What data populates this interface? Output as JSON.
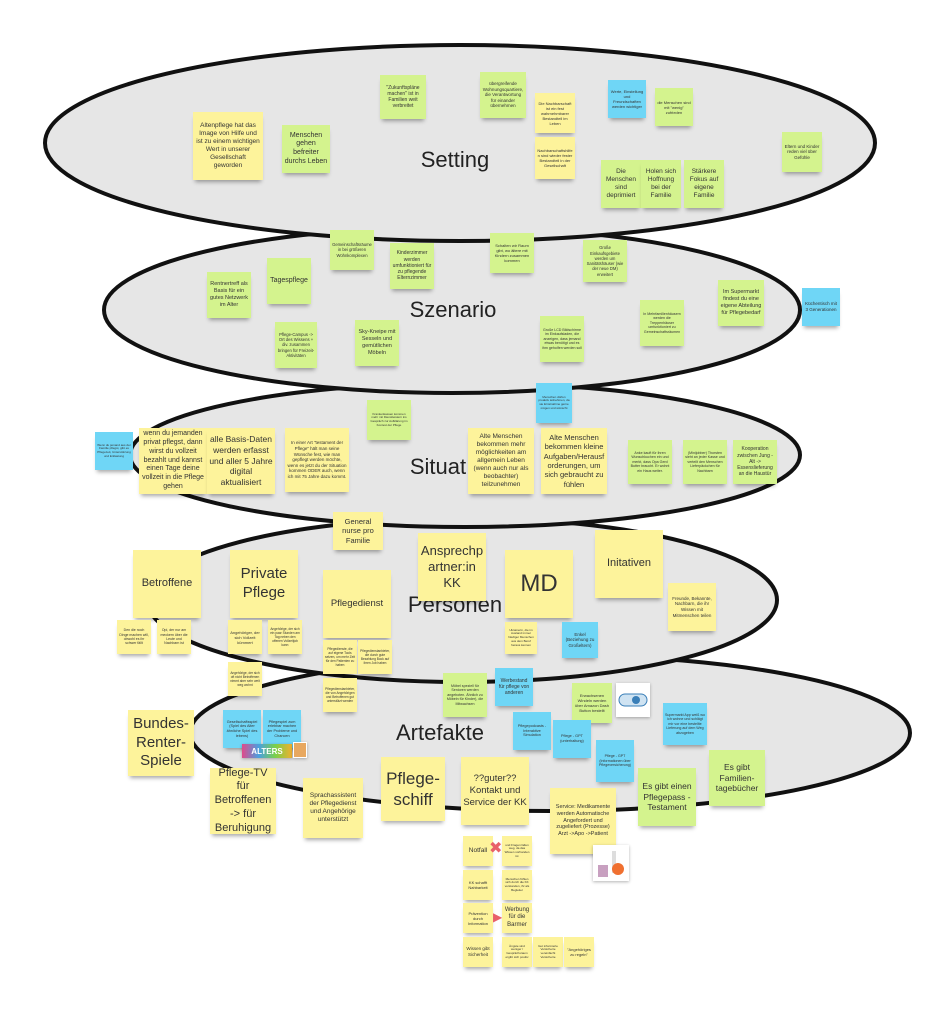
{
  "board": {
    "colors": {
      "yellow": "#fdf39b",
      "green": "#d4f38e",
      "blue": "#6fd6f6",
      "ring_fill": "#e6e6e6",
      "ring_stroke": "#111111"
    },
    "sections": [
      {
        "title": "Setting",
        "notes": [
          {
            "text": "Altenpflege hat das Image von Hilfe und ist zu einem wichtigen Wert in unserer Gesellschaft geworden",
            "color": "yellow"
          },
          {
            "text": "Menschen gehen befreiter durchs Leben",
            "color": "green"
          },
          {
            "text": "\"Zukunftspläne machen\" ist in Familien weit verbreitet",
            "color": "green"
          },
          {
            "text": "übergreifende Wohnungsquartiere, die Verantwortung für einander übernehmen",
            "color": "green"
          },
          {
            "text": "Die Nachbarschaft ist ein fest wahrnehmbarer Bestandteil im Leben",
            "color": "yellow"
          },
          {
            "text": "Nachbarschaftshilfen sind wieder fester Bestandteil in der Gesellschaft",
            "color": "yellow"
          },
          {
            "text": "Werte, Einstellung und Freundschaften werden wichtiger",
            "color": "blue"
          },
          {
            "text": "die Menschen sind mit \"wenig\" zufrieden",
            "color": "green"
          },
          {
            "text": "Die Menschen sind deprimiert",
            "color": "green"
          },
          {
            "text": "Holen sich Hoffnung bei der Familie",
            "color": "green"
          },
          {
            "text": "Stärkere Fokus auf eigene Familie",
            "color": "green"
          },
          {
            "text": "Eltern und Kinder reden viel über Gefühle",
            "color": "green"
          }
        ]
      },
      {
        "title": "Szenario",
        "notes": [
          {
            "text": "Rentnertreff als Basis für ein gutes Netzwerk im Alter",
            "color": "green"
          },
          {
            "text": "Tagespflege",
            "color": "green"
          },
          {
            "text": "Gemeinschaftsräume in bei größeren Wohnkomplexen",
            "color": "green"
          },
          {
            "text": "Kinderzimmer werden umfunktioniert für zu pflegende Elternzimmer",
            "color": "green"
          },
          {
            "text": "Schalten wir Raum gibt, wo ältere mit Kindern zusammen kommen",
            "color": "green"
          },
          {
            "text": "Große Einkaufsgebiete werden um Sanitätshäuser (wie der neue DM) erweitert",
            "color": "green"
          },
          {
            "text": "Pflege-Campus -> Ort des Wissens + div. zusammen bringen für Freizeit-Aktivitäten",
            "color": "green"
          },
          {
            "text": "Sky-Kneipe mit Sesseln und gemütlichen Möbeln",
            "color": "green"
          },
          {
            "text": "Große LCD Bildschirme im Einkaufsladen, die anzeigen, dass jemand etwas benötigt und es ihm geholfen werden soll",
            "color": "green"
          },
          {
            "text": "In Mehrfamilienhäusern werden die Treppenhäuser umfunktioniert zu Gemeinschaftsräumen",
            "color": "green"
          },
          {
            "text": "Im Supermarkt findest du eine eigene Abteilung für Pflegebedarf",
            "color": "green"
          },
          {
            "text": "Küchentisch mit 3 Generationen",
            "color": "blue"
          }
        ]
      },
      {
        "title": "Situat",
        "notes": [
          {
            "text": "Wenn du jemand aus der Familie pflegst, gibt es Pflegezeit, Unterstützung und Entlastung",
            "color": "blue"
          },
          {
            "text": "wenn du jemanden privat pflegst, dann wirst du vollzeit bezahlt und kannst einen Tage deine vollzeit in die Pflege gehen",
            "color": "yellow"
          },
          {
            "text": "alle Basis-Daten werden erfasst und aller 5 Jahre digital aktualisiert",
            "color": "yellow"
          },
          {
            "text": "In einer Art \"testament der Pflege\" hält man seine Wünsche fest, wie man gepflegt werden möchte, wenn es jetzt du der Situation kommen ODER auch, wenn ich mit 75 Jahre dazu kommt.",
            "color": "yellow"
          },
          {
            "text": "Krankenkassen kommen mehr mit Dienstleistern ins Gespräch zur Aufklärung im Kontext der Pflege",
            "color": "green"
          },
          {
            "text": "Menschen dürfen proaktiv teilnehmen, da sie Ernstnahme gerne mögen und wünscht",
            "color": "blue"
          },
          {
            "text": "Alte Menschen bekommen mehr möglichkeiten am allgemein Leben (wenn auch nur als beobachter) teilzunehmen",
            "color": "yellow"
          },
          {
            "text": "Alte Menschen bekommen kleine Aufgaben/Herausforderungen, um sich gebraucht zu fühlen",
            "color": "yellow"
          },
          {
            "text": "Anke kauft für ihren Wunschkuchen ein und merkt, dass Opa Gerd Butter braucht. Er wohnt ein Haus weiter.",
            "color": "green"
          },
          {
            "text": "(Minijobber) Thorsten sieht an jeder Kasse und verteilt den Menschen Lieferpäckchen für Nachbarn",
            "color": "green"
          },
          {
            "text": "Kooperation zwischen Jung - Alt -> Essenslieferung an die Haustür",
            "color": "green"
          }
        ]
      },
      {
        "title": "Personen",
        "notes": [
          {
            "text": "General nurse pro Familie",
            "color": "yellow"
          },
          {
            "text": "Betroffene",
            "color": "yellow"
          },
          {
            "text": "Private Pflege",
            "color": "yellow"
          },
          {
            "text": "Pflegedienst",
            "color": "yellow"
          },
          {
            "text": "Ansprechpartner:in KK",
            "color": "yellow"
          },
          {
            "text": "MD",
            "color": "yellow"
          },
          {
            "text": "Initativen",
            "color": "yellow"
          },
          {
            "text": "Freunde, Bekannte, Nachbarn, die ihr Wissen mit Mitmenschen teilen",
            "color": "yellow"
          },
          {
            "text": "Den die noch Dinge machen will, obwohl es ihr schwer fällt",
            "color": "yellow"
          },
          {
            "text": "Opi, der nur am meckern über die Leute und Nachbarn ist",
            "color": "yellow"
          },
          {
            "text": "Angehöriger, der sich Vollzeit kümmert",
            "color": "yellow"
          },
          {
            "text": "Angehörige, der sich ein paar Stunden am Tag neben den offenen Vollzeitjob kann",
            "color": "yellow"
          },
          {
            "text": "Angehörige, der sich oft nicht Betroffenen nimmt aber sehr weit weg wohnt",
            "color": "yellow"
          },
          {
            "text": "Pflegedienste, die auf eigene Tools setzen, um mehr Zeit für den Patienten zu haben",
            "color": "yellow"
          },
          {
            "text": "Pflegedienstanbieter, die durch gute Bezahlung Bock auf ihren Job haben",
            "color": "yellow"
          },
          {
            "text": "Pflegedienstanbieter, die von Angehörigen und Betroffenen gut unterstützt werden",
            "color": "yellow"
          },
          {
            "text": "Ukrainerin, die im Ausland immer häufiger Menschen aus dem Beruf heraus kennen",
            "color": "yellow"
          },
          {
            "text": "Enkel (Beziehung zu Großeltern)",
            "color": "blue"
          }
        ]
      },
      {
        "title": "Artefakte",
        "notes": [
          {
            "text": "Möbel speziell für Senioren werden angeboten. Ähnlich zu Möbeln für Kinder), die Mitwachsen",
            "color": "green"
          },
          {
            "text": "Werbestand für pflege von anderen",
            "color": "blue"
          },
          {
            "text": "Erwachsenen Windeln werden über Amazon Dash Button bestellt",
            "color": "green"
          },
          {
            "text": "Supermarkt App weiß wo ich wohne und schlägt mir vor eine bestellte Lieferung auf dem Weg abzugeben",
            "color": "blue"
          },
          {
            "text": "Pflegepodcasts - Interaktive Simulation",
            "color": "blue"
          },
          {
            "text": "Pflege - GPT (unterhaltung)",
            "color": "blue"
          },
          {
            "text": "Pflege - GPT (Informationen über Pflegeversicherung)",
            "color": "blue"
          },
          {
            "text": "Gesellschaftsspiel (Spiel des Alter ähnliche Spiel des lebens)",
            "color": "blue"
          },
          {
            "text": "Pflegespiel zum erlebbar machen der Probleme und Chancen",
            "color": "blue"
          },
          {
            "text": "Bundes-Renter-Spiele",
            "color": "yellow"
          },
          {
            "text": "Pflege-TV für Betroffenen -> für Beruhigung",
            "color": "yellow"
          },
          {
            "text": "Sprachassistent der Pflegedienst und Angehörige unterstützt",
            "color": "yellow"
          },
          {
            "text": "Pflege-schiff",
            "color": "yellow"
          },
          {
            "text": "??guter?? Kontakt und Service der KK",
            "color": "yellow"
          },
          {
            "text": "Service: Medikamente werden Automatische Angefordert und zugeliefert (Prozesse) Arzt ->Apo ->Patient",
            "color": "yellow"
          },
          {
            "text": "Es gibt einen Pflegepass - Testament",
            "color": "green"
          },
          {
            "text": "Es gibt Familien-tagebücher",
            "color": "green"
          }
        ]
      },
      {
        "title": "",
        "notes": [
          {
            "text": "Notfall",
            "color": "yellow"
          },
          {
            "text": "und Fragen fallen weg, da das Wissen vorhanden ist",
            "color": "yellow"
          },
          {
            "text": "KK schafft Nahbarkeit",
            "color": "yellow"
          },
          {
            "text": "Menschen fühlen sich durch die KK verstanden, ihr als Begleiter",
            "color": "yellow"
          },
          {
            "text": "Prävention durch Information",
            "color": "yellow"
          },
          {
            "text": "Werbung für die Barmer",
            "color": "yellow"
          },
          {
            "text": "Wissen gibt Sicherheit",
            "color": "yellow"
          },
          {
            "text": "Ängste sind weniger / Gesprächsraum ergibt sich positiv",
            "color": "yellow"
          },
          {
            "text": "Gut informierte Versicherte vereinfacht Versicherte",
            "color": "yellow"
          },
          {
            "text": "\"Angehöriges zu regeln\"",
            "color": "yellow"
          }
        ]
      }
    ],
    "images": {
      "logo_text": "ALTERS"
    }
  }
}
